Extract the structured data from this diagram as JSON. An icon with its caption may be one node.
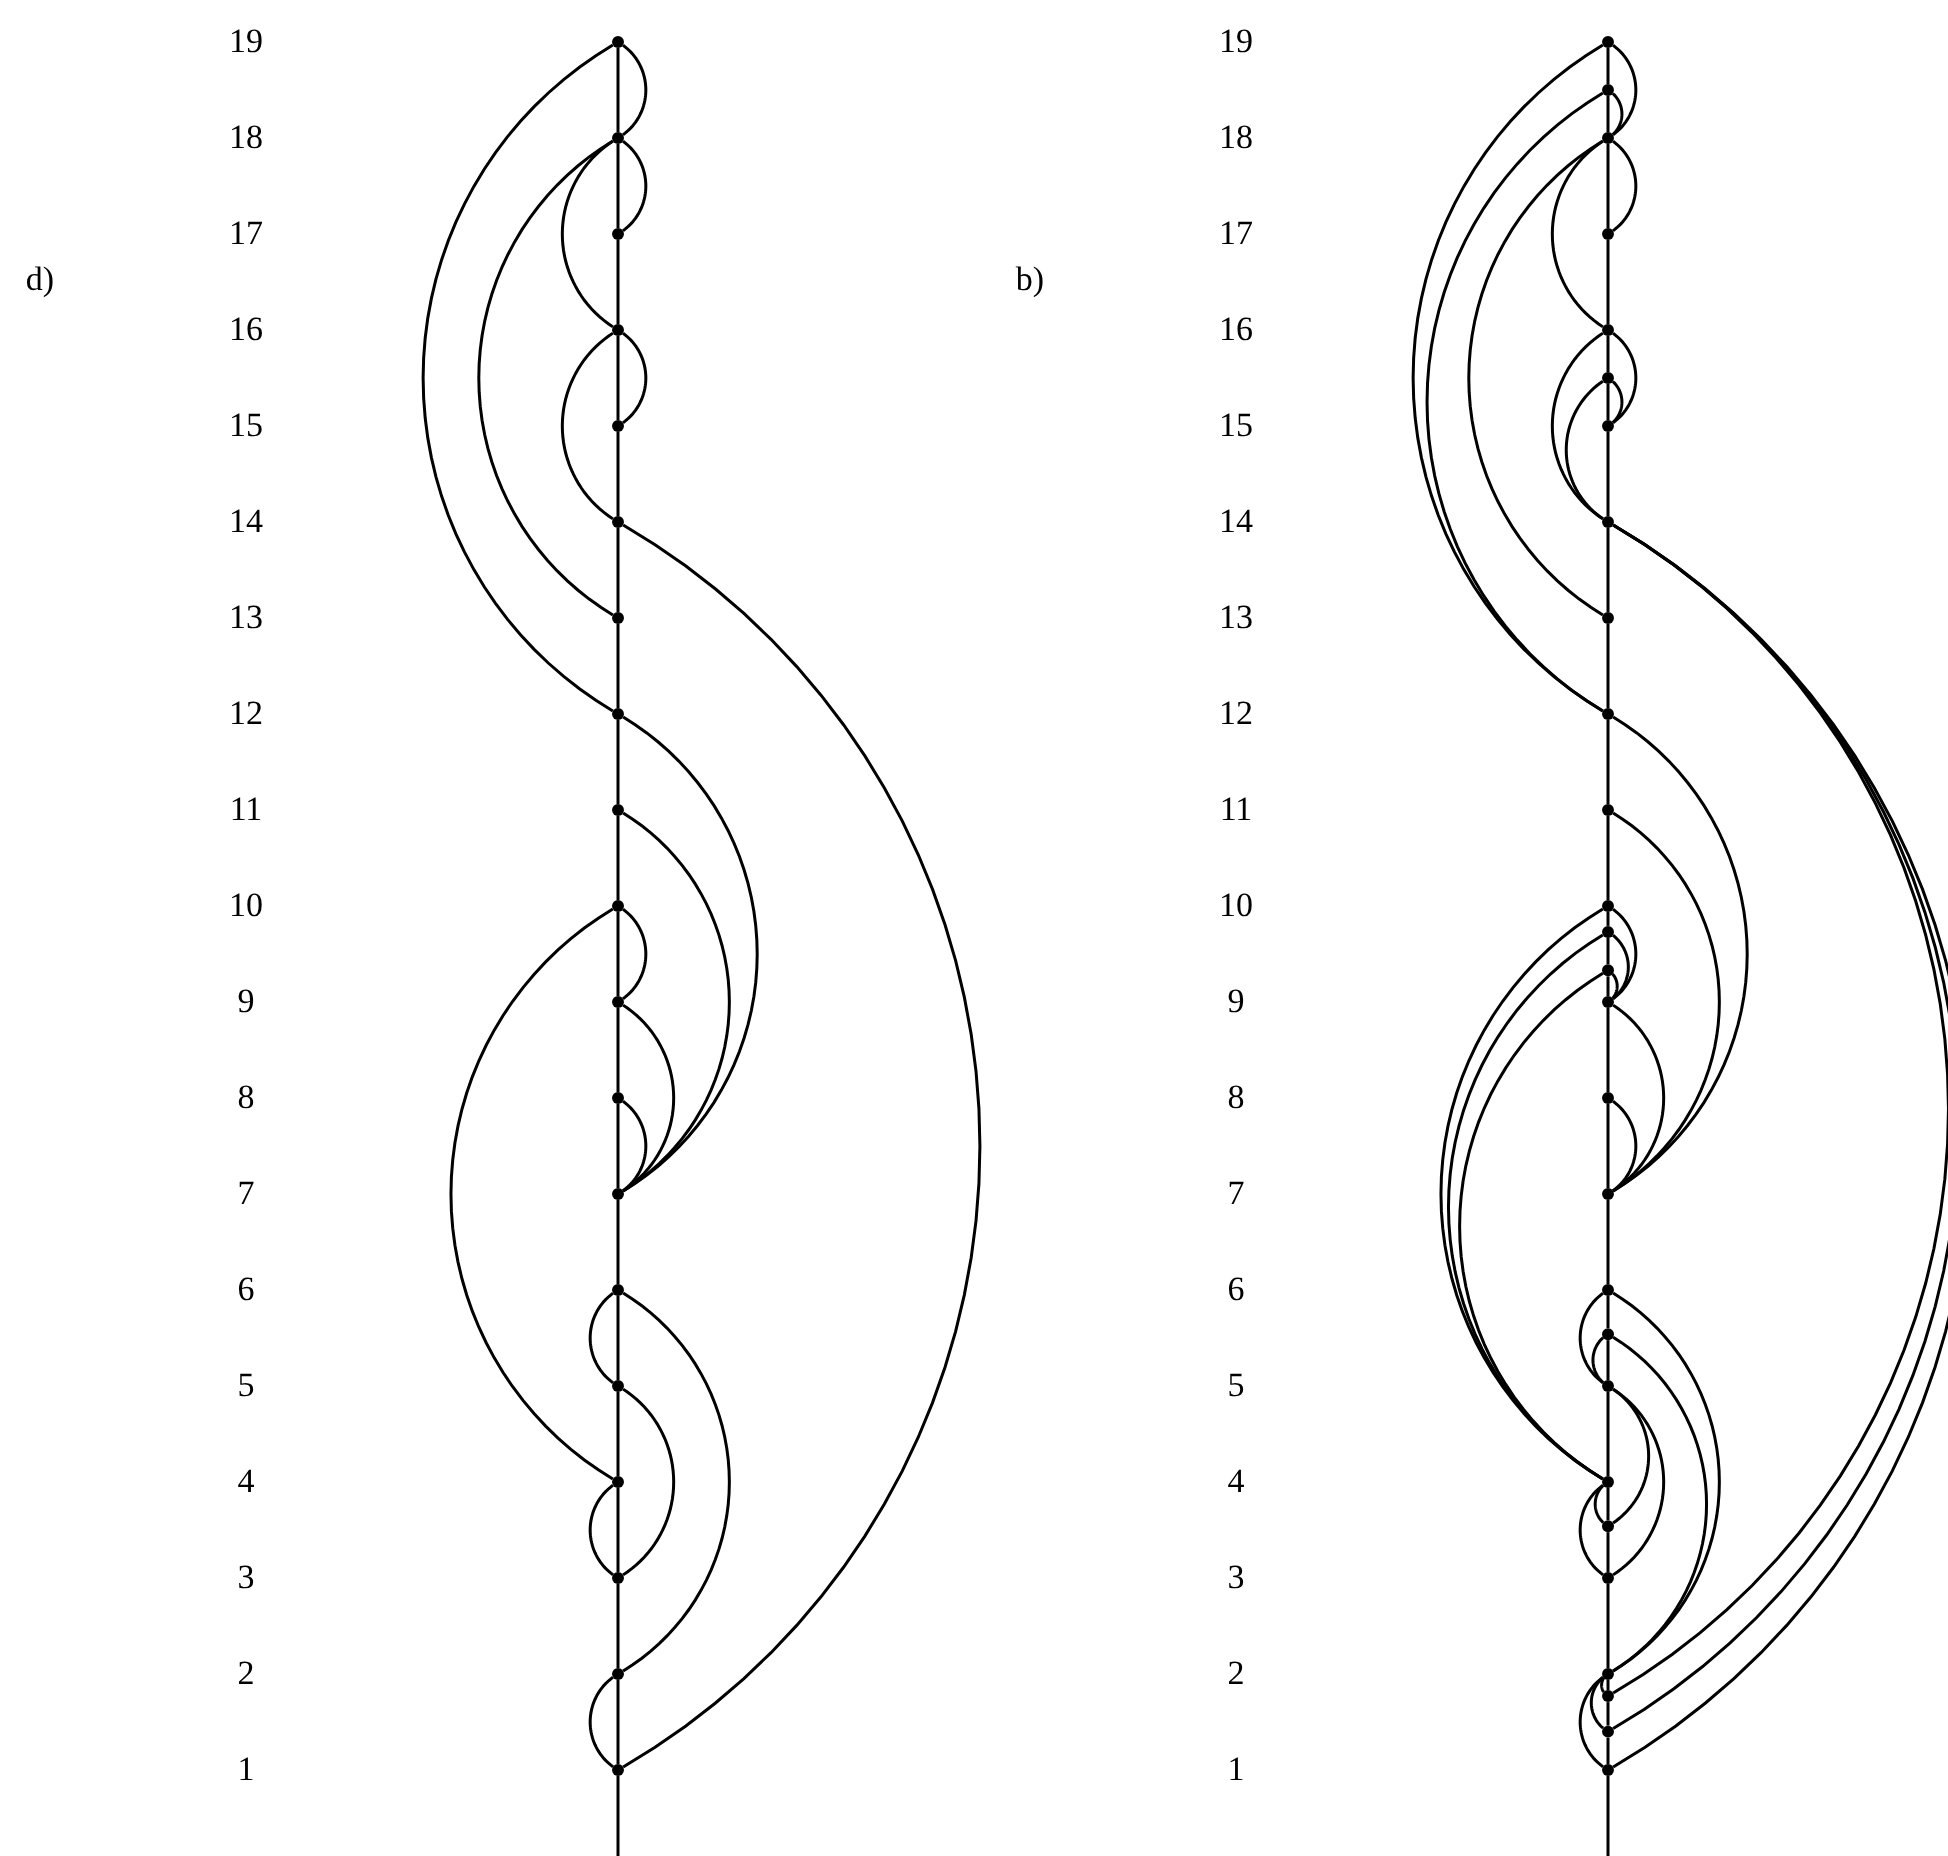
{
  "diagram": {
    "nodes": [
      {
        "text": [],
        "shape": "circle"
      },
      {
        "text": [],
        "shape": "circle"
      },
      {
        "text": [],
        "shape": "circle"
      },
      {
        "text": [],
        "shape": "circle"
      },
      {
        "text": [],
        "shape": "circle"
      },
      {
        "text": [],
        "shape": "circle"
      },
      {
        "text": [],
        "shape": "circle"
      },
      {
        "text": [],
        "shape": "circle"
      },
      {
        "text": [],
        "shape": "circle"
      },
      {
        "text": [],
        "shape": "circle"
      },
      {
        "text": [],
        "shape": "circle"
      },
      {
        "text": [],
        "shape": "circle"
      },
      {
        "text": [],
        "shape": "circle"
      },
      {
        "text": [],
        "shape": "circle"
      },
      {
        "text": [],
        "shape": "circle"
      },
      {
        "text": [],
        "shape": "circle"
      },
      {
        "text": [],
        "shape": "circle"
      },
      {
        "text": [],
        "shape": "circle"
      },
      {
        "text": [],
        "shape": "circle"
      },
      {
        "text": [],
        "shape": "circle"
      },
      {
        "text": [],
        "shape": "circle"
      },
      {
        "text": [],
        "shape": "circle"
      },
      {
        "text": [],
        "shape": "circle"
      },
      {
        "text": [],
        "shape": "circle"
      },
      {
        "text": [],
        "shape": "circle"
      },
      {
        "text": [],
        "shape": "circle"
      },
      {
        "text": [],
        "shape": "circle"
      },
      {
        "text": [],
        "shape": "circle"
      },
      {
        "text": [],
        "shape": "circle"
      },
      {
        "text": [],
        "shape": "circle"
      },
      {
        "text": [],
        "shape": "circle"
      },
      {
        "text": [],
        "shape": "circle"
      },
      {
        "text": [],
        "shape": "circle"
      },
      {
        "text": [],
        "shape": "circle"
      },
      {
        "text": [],
        "shape": "circle"
      },
      {
        "text": [],
        "shape": "circle"
      },
      {
        "text": [],
        "shape": "circle"
      },
      {
        "text": [],
        "shape": "circle"
      },
      {
        "text": [],
        "shape": "circle"
      },
      {
        "text": [],
        "shape": "circle"
      },
      {
        "text": [],
        "shape": "circle"
      },
      {
        "text": [],
        "shape": "circle"
      },
      {
        "text": [],
        "shape": "circle"
      },
      {
        "text": [],
        "shape": "circle"
      },
      {
        "text": [],
        "shape": "circle"
      },
      {
        "text": [],
        "shape": "circle"
      }
    ],
    "edges": [
      {
        "from": 0,
        "to": 1,
        "arrow": "none"
      },
      {
        "from": 0,
        "to": 7,
        "arrow": "none"
      },
      {
        "from": 1,
        "to": 2,
        "arrow": "none"
      },
      {
        "from": 1,
        "to": 3,
        "arrow": "none"
      },
      {
        "from": 1,
        "to": 6,
        "arrow": "none"
      },
      {
        "from": 3,
        "to": 4,
        "arrow": "none"
      },
      {
        "from": 3,
        "to": 5,
        "arrow": "none"
      },
      {
        "from": 5,
        "to": 18,
        "arrow": "none"
      },
      {
        "from": 7,
        "to": 12,
        "arrow": "none"
      },
      {
        "from": 8,
        "to": 12,
        "arrow": "none"
      },
      {
        "from": 9,
        "to": 10,
        "arrow": "none"
      },
      {
        "from": 9,
        "to": 15,
        "arrow": "none"
      },
      {
        "from": 10,
        "to": 12,
        "arrow": "none"
      },
      {
        "from": 11,
        "to": 12,
        "arrow": "none"
      },
      {
        "from": 13,
        "to": 14,
        "arrow": "none"
      },
      {
        "from": 13,
        "to": 17,
        "arrow": "none"
      },
      {
        "from": 14,
        "to": 16,
        "arrow": "none"
      },
      {
        "from": 15,
        "to": 16,
        "arrow": "none"
      },
      {
        "from": 17,
        "to": 18,
        "arrow": "none"
      },
      {
        "from": 0,
        "to": 1,
        "arrow": "none"
      },
      {
        "from": 1,
        "to": 2,
        "arrow": "none"
      },
      {
        "from": 2,
        "to": 3,
        "arrow": "none"
      },
      {
        "from": 3,
        "to": 4,
        "arrow": "none"
      },
      {
        "from": 4,
        "to": 5,
        "arrow": "none"
      },
      {
        "from": 5,
        "to": 6,
        "arrow": "none"
      },
      {
        "from": 6,
        "to": 7,
        "arrow": "none"
      },
      {
        "from": 7,
        "to": 8,
        "arrow": "none"
      },
      {
        "from": 8,
        "to": 9,
        "arrow": "none"
      },
      {
        "from": 9,
        "to": 10,
        "arrow": "none"
      },
      {
        "from": 10,
        "to": 11,
        "arrow": "none"
      },
      {
        "from": 11,
        "to": 12,
        "arrow": "none"
      },
      {
        "from": 12,
        "to": 13,
        "arrow": "none"
      },
      {
        "from": 13,
        "to": 14,
        "arrow": "none"
      },
      {
        "from": 14,
        "to": 15,
        "arrow": "none"
      },
      {
        "from": 15,
        "to": 16,
        "arrow": "none"
      },
      {
        "from": 16,
        "to": 17,
        "arrow": "none"
      },
      {
        "from": 17,
        "to": 18,
        "arrow": "none"
      },
      {
        "from": 18,
        "to": null,
        "arrow": "none"
      },
      {
        "from": 19,
        "to": 21,
        "arrow": "none"
      },
      {
        "from": 20,
        "to": 21,
        "arrow": "none"
      },
      {
        "from": 19,
        "to": 28,
        "arrow": "none"
      },
      {
        "from": 20,
        "to": 28,
        "arrow": "none"
      },
      {
        "from": 21,
        "to": 22,
        "arrow": "none"
      },
      {
        "from": 21,
        "to": 23,
        "arrow": "none"
      },
      {
        "from": 21,
        "to": 27,
        "arrow": "none"
      },
      {
        "from": 23,
        "to": 25,
        "arrow": "none"
      },
      {
        "from": 24,
        "to": 25,
        "arrow": "none"
      },
      {
        "from": 23,
        "to": 26,
        "arrow": "none"
      },
      {
        "from": 24,
        "to": 26,
        "arrow": "none"
      },
      {
        "from": 26,
        "to": 45,
        "arrow": "none"
      },
      {
        "from": 26,
        "to": 44,
        "arrow": "none"
      },
      {
        "from": 26,
        "to": 43,
        "arrow": "none"
      },
      {
        "from": 28,
        "to": 35,
        "arrow": "none"
      },
      {
        "from": 29,
        "to": 35,
        "arrow": "none"
      },
      {
        "from": 30,
        "to": 33,
        "arrow": "none"
      },
      {
        "from": 31,
        "to": 33,
        "arrow": "none"
      },
      {
        "from": 32,
        "to": 33,
        "arrow": "none"
      },
      {
        "from": 30,
        "to": 39,
        "arrow": "none"
      },
      {
        "from": 31,
        "to": 39,
        "arrow": "none"
      },
      {
        "from": 32,
        "to": 39,
        "arrow": "none"
      },
      {
        "from": 33,
        "to": 35,
        "arrow": "none"
      },
      {
        "from": 34,
        "to": 35,
        "arrow": "none"
      },
      {
        "from": 36,
        "to": 38,
        "arrow": "none"
      },
      {
        "from": 37,
        "to": 38,
        "arrow": "none"
      },
      {
        "from": 36,
        "to": 42,
        "arrow": "none"
      },
      {
        "from": 37,
        "to": 42,
        "arrow": "none"
      },
      {
        "from": 38,
        "to": 41,
        "arrow": "none"
      },
      {
        "from": 38,
        "to": 40,
        "arrow": "none"
      },
      {
        "from": 39,
        "to": 41,
        "arrow": "none"
      },
      {
        "from": 39,
        "to": 40,
        "arrow": "none"
      },
      {
        "from": 42,
        "to": 45,
        "arrow": "none"
      },
      {
        "from": 42,
        "to": 44,
        "arrow": "none"
      },
      {
        "from": 42,
        "to": 43,
        "arrow": "none"
      },
      {
        "from": 19,
        "to": 20,
        "arrow": "none"
      },
      {
        "from": 20,
        "to": 21,
        "arrow": "none"
      },
      {
        "from": 21,
        "to": 22,
        "arrow": "none"
      },
      {
        "from": 22,
        "to": 23,
        "arrow": "none"
      },
      {
        "from": 23,
        "to": 24,
        "arrow": "none"
      },
      {
        "from": 24,
        "to": 25,
        "arrow": "none"
      },
      {
        "from": 25,
        "to": 26,
        "arrow": "none"
      },
      {
        "from": 26,
        "to": 27,
        "arrow": "none"
      },
      {
        "from": 27,
        "to": 28,
        "arrow": "none"
      },
      {
        "from": 28,
        "to": 29,
        "arrow": "none"
      },
      {
        "from": 29,
        "to": 30,
        "arrow": "none"
      },
      {
        "from": 30,
        "to": 31,
        "arrow": "none"
      },
      {
        "from": 31,
        "to": 32,
        "arrow": "none"
      },
      {
        "from": 32,
        "to": 33,
        "arrow": "none"
      },
      {
        "from": 33,
        "to": 34,
        "arrow": "none"
      },
      {
        "from": 34,
        "to": 35,
        "arrow": "none"
      },
      {
        "from": 35,
        "to": 36,
        "arrow": "none"
      },
      {
        "from": 36,
        "to": 37,
        "arrow": "none"
      },
      {
        "from": 37,
        "to": 38,
        "arrow": "none"
      },
      {
        "from": 38,
        "to": 39,
        "arrow": "none"
      },
      {
        "from": 39,
        "to": 40,
        "arrow": "none"
      },
      {
        "from": 40,
        "to": 41,
        "arrow": "none"
      },
      {
        "from": 41,
        "to": 42,
        "arrow": "none"
      },
      {
        "from": 42,
        "to": 43,
        "arrow": "none"
      },
      {
        "from": 43,
        "to": 44,
        "arrow": "none"
      },
      {
        "from": 44,
        "to": 45,
        "arrow": "none"
      },
      {
        "from": 45,
        "to": null,
        "arrow": "none"
      }
    ],
    "labels": [
      "d)",
      "19",
      "18",
      "17",
      "16",
      "15",
      "14",
      "13",
      "12",
      "11",
      "10",
      "9",
      "8",
      "7",
      "6",
      "5",
      "4",
      "3",
      "2",
      "1",
      "b)",
      "19",
      "18",
      "17",
      "16",
      "15",
      "14",
      "13",
      "12",
      "11",
      "10",
      "9",
      "8",
      "7",
      "6",
      "5",
      "4",
      "3",
      "2",
      "1"
    ]
  }
}
